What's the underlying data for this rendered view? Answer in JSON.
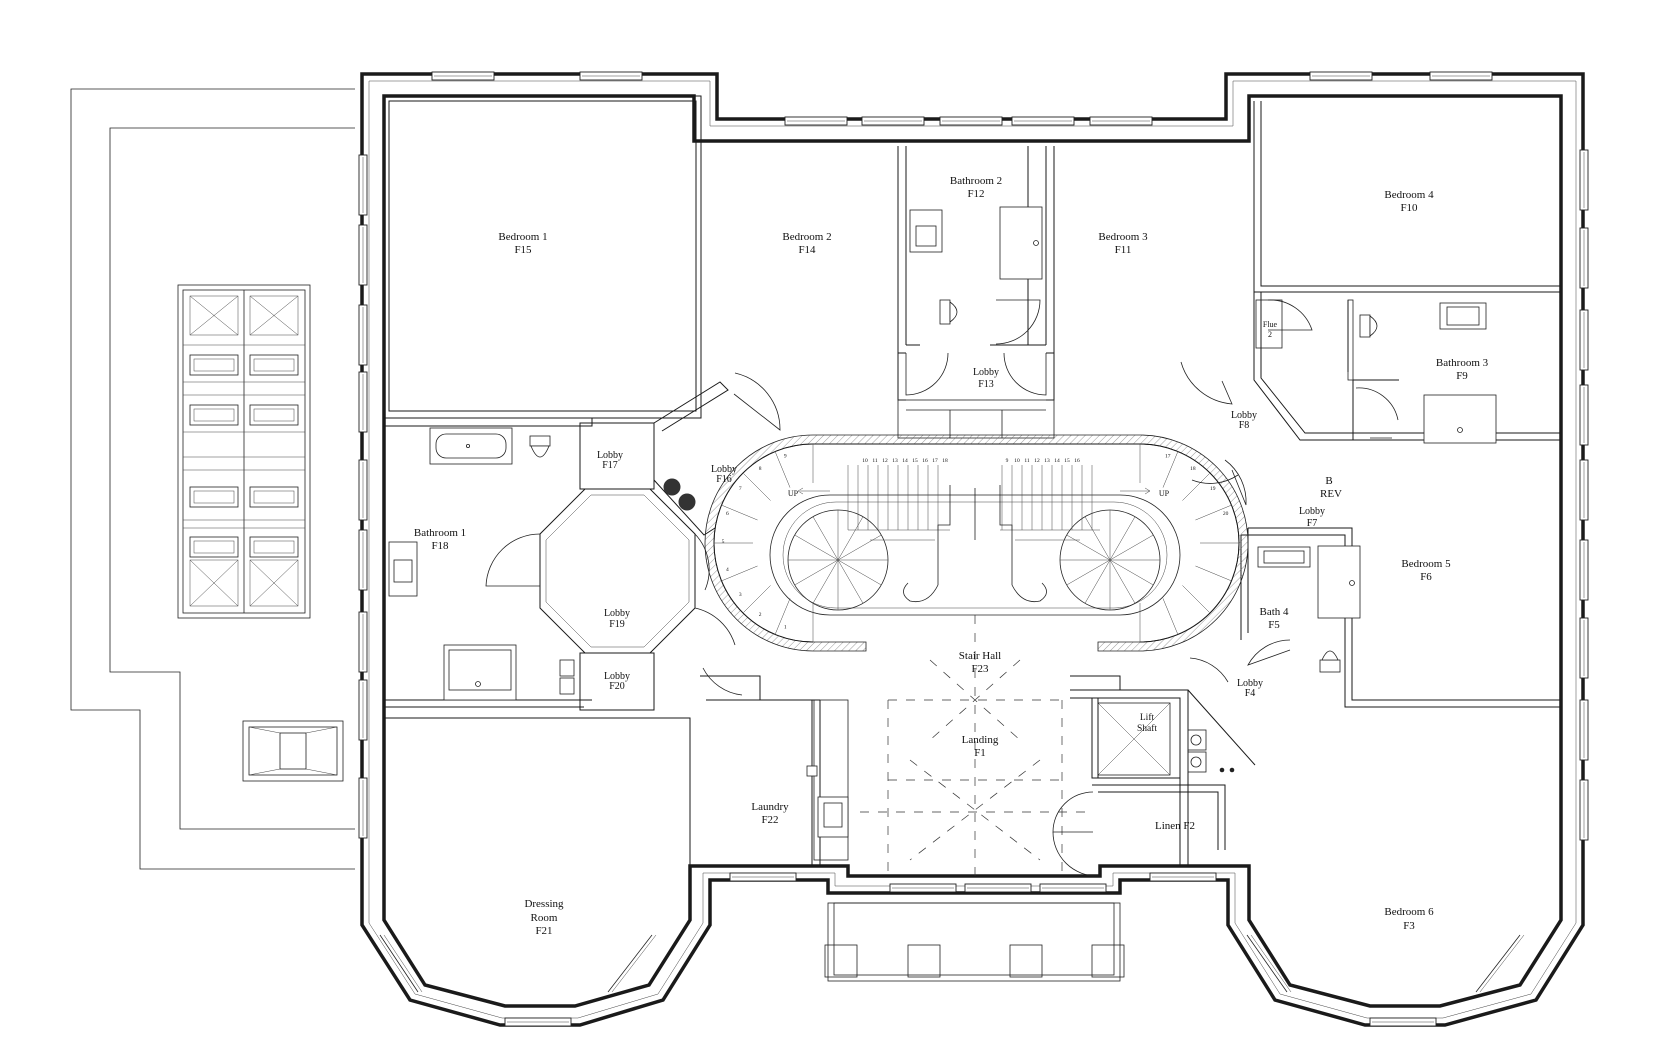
{
  "rooms": {
    "bedroom1": {
      "name": "Bedroom 1",
      "code": "F15"
    },
    "bedroom2": {
      "name": "Bedroom 2",
      "code": "F14"
    },
    "bathroom2": {
      "name": "Bathroom 2",
      "code": "F12"
    },
    "bedroom3": {
      "name": "Bedroom 3",
      "code": "F11"
    },
    "bedroom4": {
      "name": "Bedroom 4",
      "code": "F10"
    },
    "flue": {
      "name": "Flue",
      "code": "2"
    },
    "bathroom3": {
      "name": "Bathroom 3",
      "code": "F9"
    },
    "lobby_f13": {
      "name": "Lobby",
      "code": "F13"
    },
    "lobby_f8": {
      "name": "Lobby",
      "code": "F8"
    },
    "rev": {
      "line1": "B",
      "line2": "REV"
    },
    "lobby_f7": {
      "name": "Lobby",
      "code": "F7"
    },
    "lobby_f17": {
      "name": "Lobby",
      "code": "F17"
    },
    "lobby_f16": {
      "name": "Lobby",
      "code": "F16"
    },
    "bathroom1": {
      "name": "Bathroom 1",
      "code": "F18"
    },
    "lobby_f19": {
      "name": "Lobby",
      "code": "F19"
    },
    "lobby_f20": {
      "name": "Lobby",
      "code": "F20"
    },
    "bedroom5": {
      "name": "Bedroom 5",
      "code": "F6"
    },
    "bath4": {
      "name": "Bath 4",
      "code": "F5"
    },
    "lobby_f4": {
      "name": "Lobby",
      "code": "F4"
    },
    "stair_hall": {
      "name": "Stair Hall",
      "code": "F23"
    },
    "landing": {
      "name": "Landing",
      "code": "F1"
    },
    "lift": {
      "line1": "Lift",
      "line2": "Shaft"
    },
    "laundry": {
      "name": "Laundry",
      "code": "F22"
    },
    "linen": {
      "name": "Linen F2"
    },
    "dressing": {
      "line1": "Dressing",
      "line2": "Room",
      "code": "F21"
    },
    "bedroom6": {
      "name": "Bedroom 6",
      "code": "F3"
    }
  },
  "stairs": {
    "up_left": "UP",
    "up_right": "UP",
    "left_steps": [
      "18",
      "17",
      "16",
      "15",
      "14",
      "13",
      "12",
      "11",
      "10",
      "9",
      "8",
      "7",
      "6",
      "5",
      "4",
      "3",
      "2",
      "1"
    ],
    "right_steps": [
      "9",
      "10",
      "11",
      "12",
      "13",
      "14",
      "15",
      "16",
      "17",
      "18",
      "19",
      "20"
    ]
  }
}
